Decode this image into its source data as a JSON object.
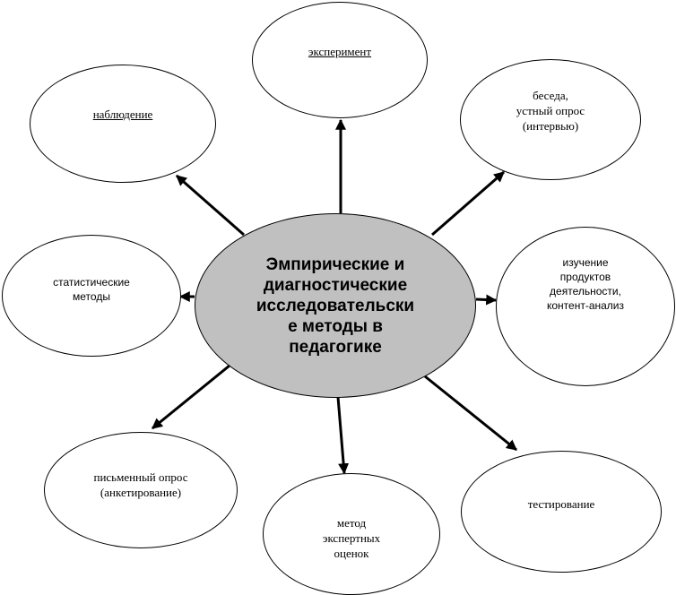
{
  "diagram": {
    "center": {
      "label": "Эмпирические  и\nдиагностические\nисследовательски\nе методы в\nпедагогике"
    },
    "nodes": [
      {
        "id": "experiment",
        "label": "эксперимент"
      },
      {
        "id": "observation",
        "label": "наблюдение "
      },
      {
        "id": "conversation",
        "label": "беседа,\nустный опрос\n(интервью)"
      },
      {
        "id": "statistical",
        "label": "статистические\nметоды"
      },
      {
        "id": "products",
        "label": "изучение\nпродуктов\nдеятельности,\nконтент-анализ"
      },
      {
        "id": "written-survey",
        "label": "письменный опрос\n(анкетирование)"
      },
      {
        "id": "expert",
        "label": "метод\nэкспертных\nоценок"
      },
      {
        "id": "testing",
        "label": "тестирование"
      }
    ],
    "colors": {
      "center_fill": "#c0c0c0",
      "stroke": "#000000",
      "node_fill": "#ffffff"
    }
  }
}
